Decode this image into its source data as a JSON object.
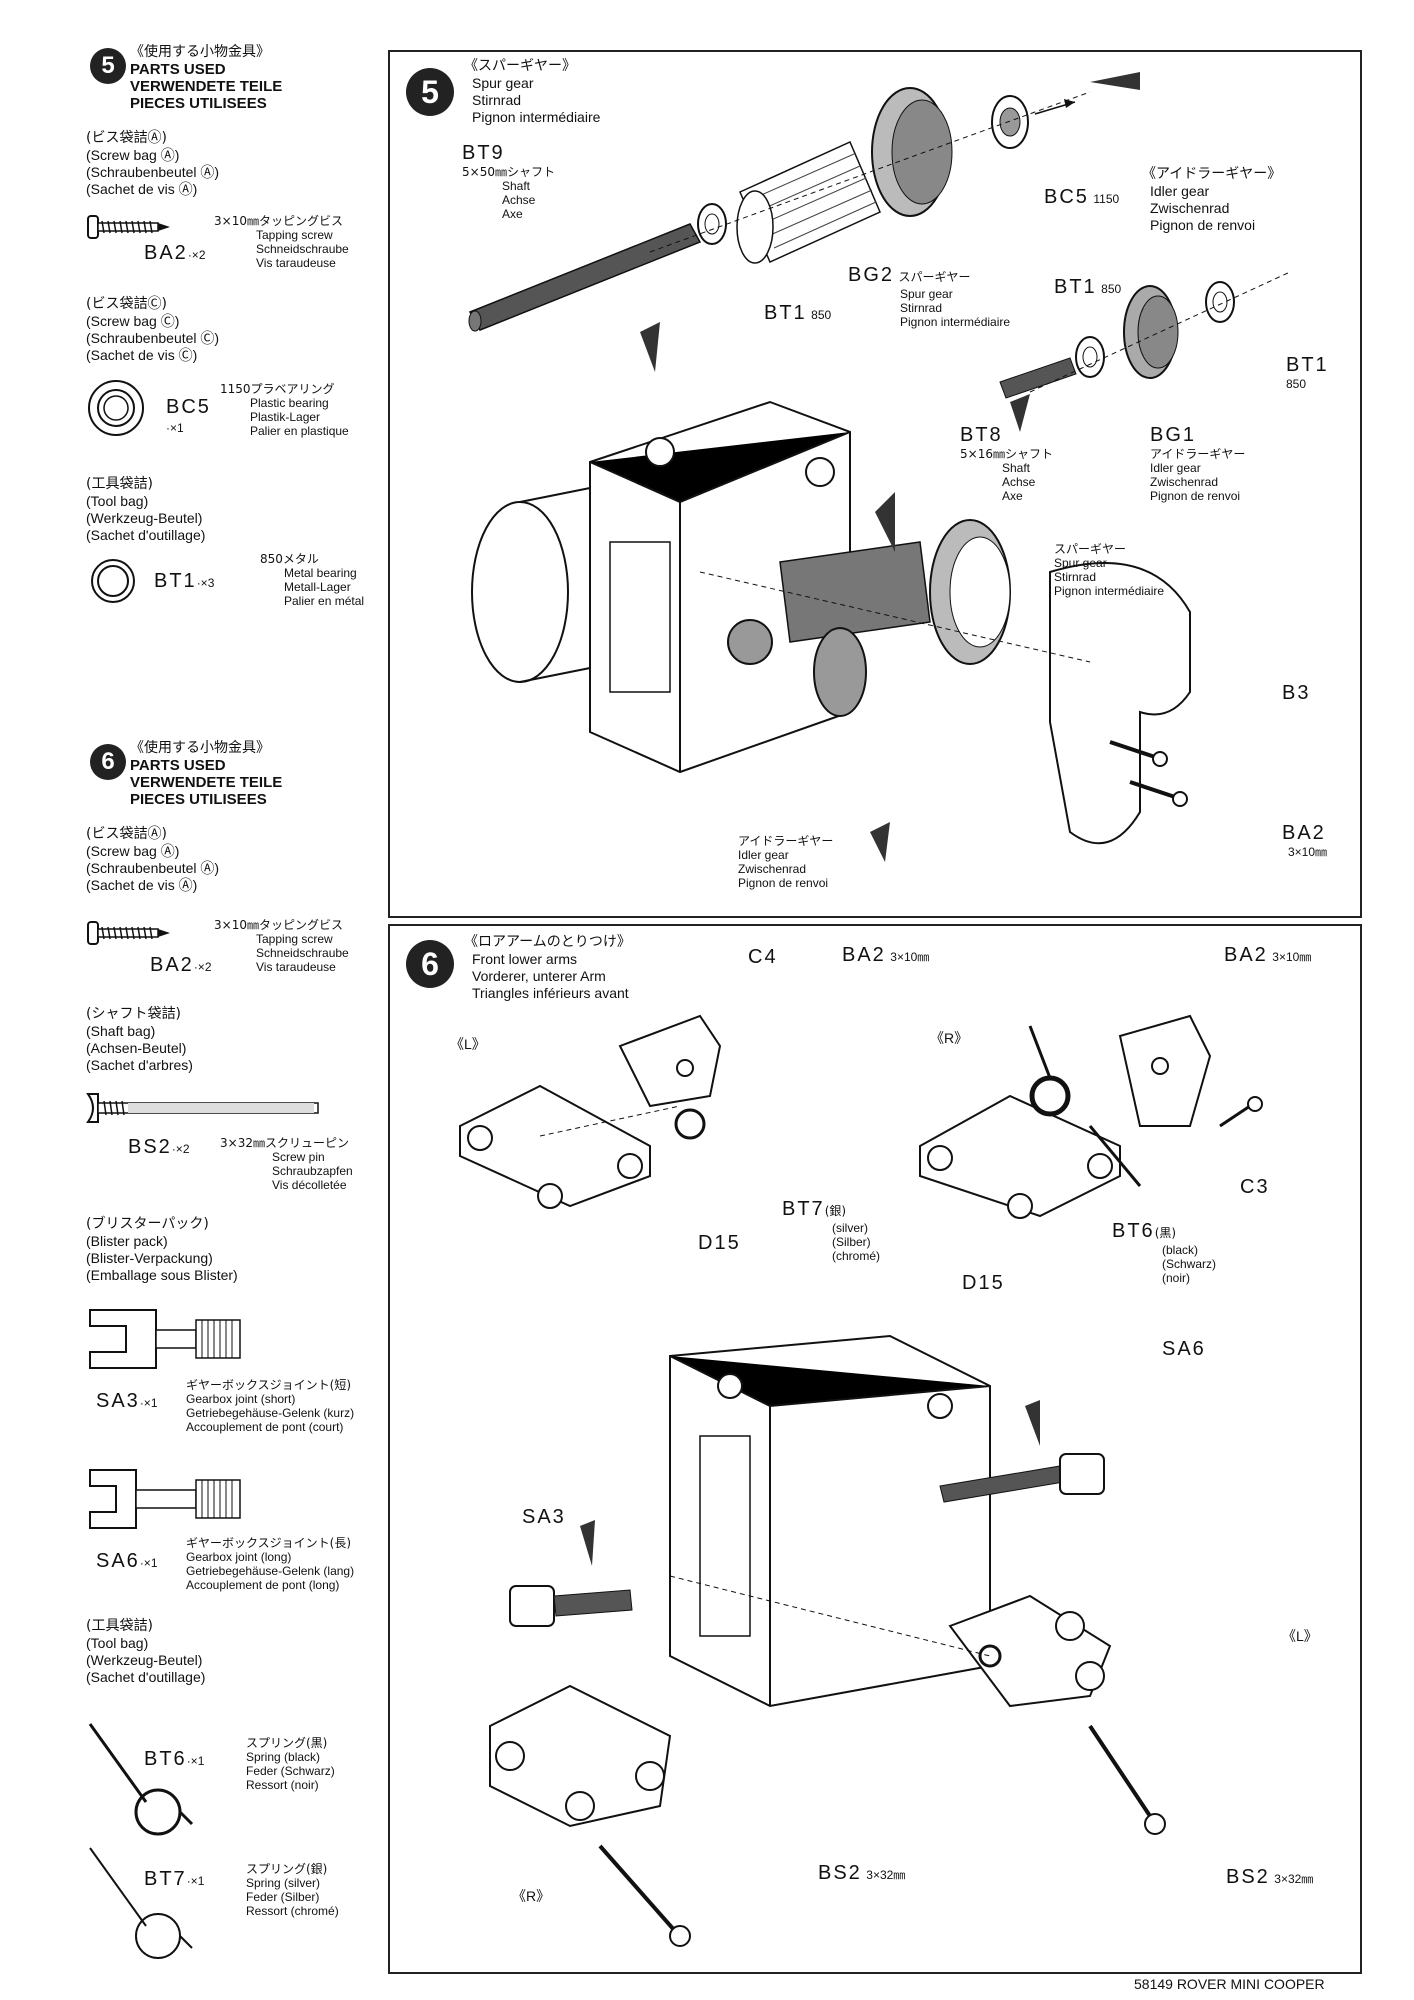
{
  "sidebar": {
    "step5": {
      "number": "5",
      "title_jp": "《使用する小物金具》",
      "title": [
        "PARTS USED",
        "VERWENDETE TEILE",
        "PIECES UTILISEES"
      ],
      "screw_bag_a": {
        "label_jp": "(ビス袋詰Ⓐ)",
        "labels": [
          "(Screw bag Ⓐ)",
          "(Schraubenbeutel Ⓐ)",
          "(Sachet de vis Ⓐ)"
        ],
        "part": {
          "code": "BA2",
          "qty": "·×2",
          "spec_jp": "3×10㎜タッピングビス",
          "names": [
            "Tapping screw",
            "Schneidschraube",
            "Vis taraudeuse"
          ]
        }
      },
      "screw_bag_c": {
        "label_jp": "(ビス袋詰Ⓒ)",
        "labels": [
          "(Screw bag Ⓒ)",
          "(Schraubenbeutel Ⓒ)",
          "(Sachet de vis Ⓒ)"
        ],
        "part": {
          "code": "BC5",
          "qty": "·×1",
          "spec_jp": "1150プラベアリング",
          "names": [
            "Plastic bearing",
            "Plastik-Lager",
            "Palier en plastique"
          ]
        }
      },
      "tool_bag": {
        "label_jp": "(工具袋詰)",
        "labels": [
          "(Tool bag)",
          "(Werkzeug-Beutel)",
          "(Sachet d'outillage)"
        ],
        "part": {
          "code": "BT1",
          "qty": "·×3",
          "spec_jp": "850メタル",
          "names": [
            "Metal bearing",
            "Metall-Lager",
            "Palier en métal"
          ]
        }
      }
    },
    "step6": {
      "number": "6",
      "title_jp": "《使用する小物金具》",
      "title": [
        "PARTS USED",
        "VERWENDETE TEILE",
        "PIECES UTILISEES"
      ],
      "screw_bag_a": {
        "label_jp": "(ビス袋詰Ⓐ)",
        "labels": [
          "(Screw bag Ⓐ)",
          "(Schraubenbeutel Ⓐ)",
          "(Sachet de vis Ⓐ)"
        ],
        "part": {
          "code": "BA2",
          "qty": "·×2",
          "spec_jp": "3×10㎜タッピングビス",
          "names": [
            "Tapping screw",
            "Schneidschraube",
            "Vis taraudeuse"
          ]
        }
      },
      "shaft_bag": {
        "label_jp": "(シャフト袋詰)",
        "labels": [
          "(Shaft bag)",
          "(Achsen-Beutel)",
          "(Sachet d'arbres)"
        ],
        "part": {
          "code": "BS2",
          "qty": "·×2",
          "spec_jp": "3×32㎜スクリューピン",
          "names": [
            "Screw pin",
            "Schraubzapfen",
            "Vis décolletée"
          ]
        }
      },
      "blister": {
        "label_jp": "(ブリスターパック)",
        "labels": [
          "(Blister pack)",
          "(Blister-Verpackung)",
          "(Emballage sous Blister)"
        ],
        "parts": [
          {
            "code": "SA3",
            "qty": "·×1",
            "spec_jp": "ギヤーボックスジョイント(短)",
            "names": [
              "Gearbox joint (short)",
              "Getriebegehäuse-Gelenk (kurz)",
              "Accouplement de pont (court)"
            ]
          },
          {
            "code": "SA6",
            "qty": "·×1",
            "spec_jp": "ギヤーボックスジョイント(長)",
            "names": [
              "Gearbox joint (long)",
              "Getriebegehäuse-Gelenk (lang)",
              "Accouplement de pont (long)"
            ]
          }
        ]
      },
      "tool_bag": {
        "label_jp": "(工具袋詰)",
        "labels": [
          "(Tool bag)",
          "(Werkzeug-Beutel)",
          "(Sachet d'outillage)"
        ],
        "parts": [
          {
            "code": "BT6",
            "qty": "·×1",
            "spec_jp": "スプリング(黒)",
            "names": [
              "Spring (black)",
              "Feder (Schwarz)",
              "Ressort (noir)"
            ]
          },
          {
            "code": "BT7",
            "qty": "·×1",
            "spec_jp": "スプリング(銀)",
            "names": [
              "Spring (silver)",
              "Feder (Silber)",
              "Ressort (chromé)"
            ]
          }
        ]
      }
    }
  },
  "panel5": {
    "number": "5",
    "title_jp": "《スパーギヤー》",
    "title": [
      "Spur gear",
      "Stirnrad",
      "Pignon intermédiaire"
    ],
    "idler_title_jp": "《アイドラーギヤー》",
    "idler_title": [
      "Idler gear",
      "Zwischenrad",
      "Pignon de renvoi"
    ],
    "labels": {
      "bt9": {
        "code": "BT9",
        "spec_jp": "5×50㎜シャフト",
        "names": [
          "Shaft",
          "Achse",
          "Axe"
        ]
      },
      "bc5": {
        "code": "BC5",
        "note": "1150"
      },
      "bt1a": {
        "code": "BT1",
        "note": "850"
      },
      "bg2": {
        "code": "BG2",
        "spec_jp": "スパーギヤー",
        "names": [
          "Spur gear",
          "Stirnrad",
          "Pignon intermédiaire"
        ]
      },
      "bt1b": {
        "code": "BT1",
        "note": "850"
      },
      "bt1c": {
        "code": "BT1",
        "note": "850"
      },
      "bt8": {
        "code": "BT8",
        "spec_jp": "5×16㎜シャフト",
        "names": [
          "Shaft",
          "Achse",
          "Axe"
        ]
      },
      "bg1": {
        "code": "BG1",
        "spec_jp": "アイドラーギヤー",
        "names": [
          "Idler gear",
          "Zwischenrad",
          "Pignon de renvoi"
        ]
      },
      "spur": {
        "spec_jp": "スパーギヤー",
        "names": [
          "Spur gear",
          "Stirnrad",
          "Pignon intermédiaire"
        ]
      },
      "b3": {
        "code": "B3"
      },
      "ba2": {
        "code": "BA2",
        "spec": "3×10㎜"
      },
      "idler": {
        "spec_jp": "アイドラーギヤー",
        "names": [
          "Idler gear",
          "Zwischenrad",
          "Pignon de renvoi"
        ]
      }
    }
  },
  "panel6": {
    "number": "6",
    "title_jp": "《ロアアームのとりつけ》",
    "title": [
      "Front lower arms",
      "Vorderer, unterer Arm",
      "Triangles inférieurs avant"
    ],
    "labels": {
      "left": "《L》",
      "right": "《R》",
      "c4": "C4",
      "ba2_left": {
        "code": "BA2",
        "spec": "3×10㎜"
      },
      "ba2_right": {
        "code": "BA2",
        "spec": "3×10㎜"
      },
      "d15_left": "D15",
      "d15_right": "D15",
      "bt7": {
        "code": "BT7",
        "spec_jp": "(銀)",
        "names": [
          "(silver)",
          "(Silber)",
          "(chromé)"
        ]
      },
      "bt6": {
        "code": "BT6",
        "spec_jp": "(黒)",
        "names": [
          "(black)",
          "(Schwarz)",
          "(noir)"
        ]
      },
      "c3": "C3",
      "sa6": "SA6",
      "sa3": "SA3",
      "l_bottom": "《L》",
      "r_bottom": "《R》",
      "bs2_left": {
        "code": "BS2",
        "spec": "3×32㎜"
      },
      "bs2_right": {
        "code": "BS2",
        "spec": "3×32㎜"
      }
    }
  },
  "footer": {
    "text": "58149 ROVER MINI COOPER"
  }
}
